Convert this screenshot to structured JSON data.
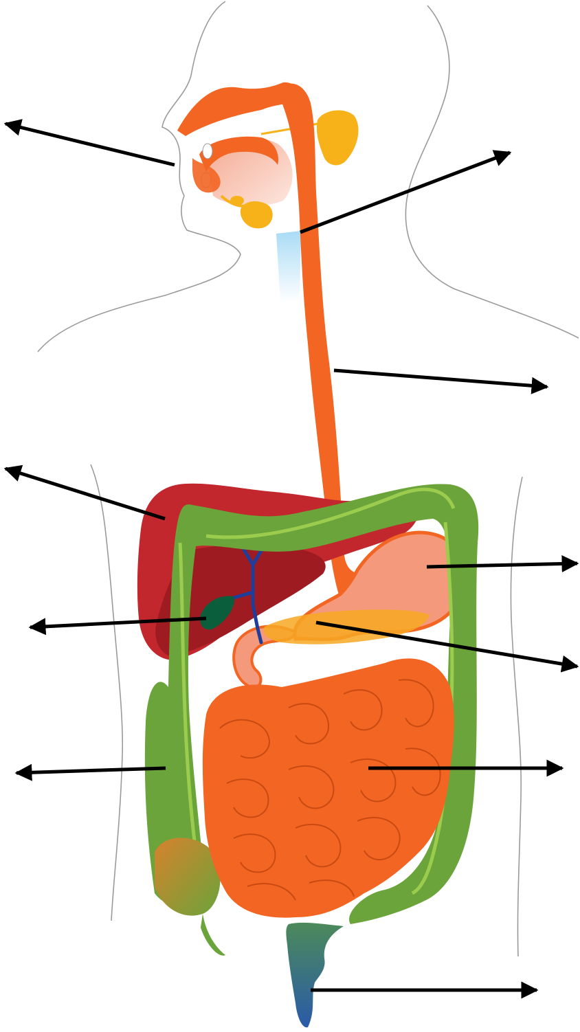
{
  "diagram": {
    "subject": "digestive-system",
    "labels": [],
    "colors": {
      "outline": "#9a9a9a",
      "arrow": "#000000",
      "digestive_tract": "#f26522",
      "liver": "#c1272d",
      "liver_shadow": "#9e1b22",
      "stomach": "#f4997b",
      "gallbladder": "#0b5e3c",
      "bile_duct": "#1f3d9a",
      "pancreas": "#f7a823",
      "salivary_gland": "#f7b21a",
      "large_intestine": "#6aa43a",
      "colon_light_stripe": "#9ccc4e",
      "rectum": "#2e6aa8",
      "trachea": "#bfe3f7",
      "mouth": "#f8c3b0"
    },
    "pointers": [
      {
        "name": "mouth"
      },
      {
        "name": "pharynx"
      },
      {
        "name": "esophagus"
      },
      {
        "name": "liver"
      },
      {
        "name": "stomach"
      },
      {
        "name": "gallbladder"
      },
      {
        "name": "pancreas"
      },
      {
        "name": "large-intestine"
      },
      {
        "name": "small-intestine"
      },
      {
        "name": "rectum"
      }
    ]
  }
}
